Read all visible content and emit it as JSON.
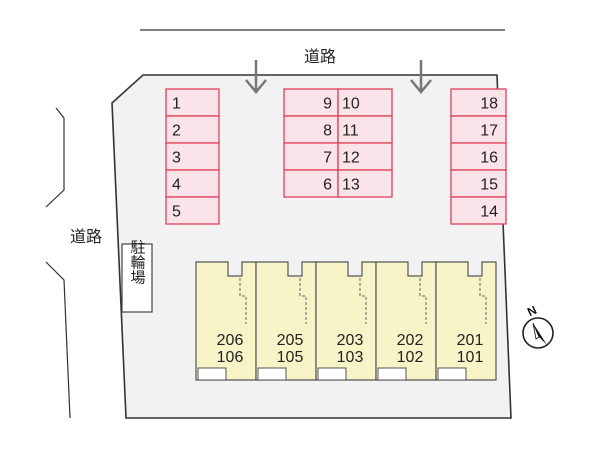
{
  "map": {
    "road_top_label": "道路",
    "road_left_label": "道路",
    "bike_parking_label": "駐輪場",
    "compass_label": "N"
  },
  "parking": {
    "left_column": [
      "1",
      "2",
      "3",
      "4",
      "5"
    ],
    "center_left_column": [
      "9",
      "8",
      "7",
      "6"
    ],
    "center_right_column": [
      "10",
      "11",
      "12",
      "13"
    ],
    "right_column": [
      "18",
      "17",
      "16",
      "15",
      "14"
    ]
  },
  "units": [
    {
      "upper": "206",
      "lower": "106"
    },
    {
      "upper": "205",
      "lower": "105"
    },
    {
      "upper": "203",
      "lower": "103"
    },
    {
      "upper": "202",
      "lower": "102"
    },
    {
      "upper": "201",
      "lower": "101"
    }
  ],
  "colors": {
    "lot_fill": "#f2f2f2",
    "lot_border": "#333333",
    "parking_fill": "#fbe3ea",
    "parking_border": "#e0405a",
    "building_fill": "#f7f5c8",
    "building_border": "#555555",
    "arrow": "#777777"
  }
}
